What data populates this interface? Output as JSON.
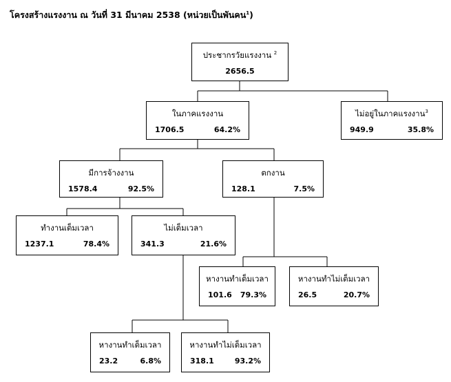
{
  "title": {
    "text": "โครงสร้างแรงงาน ณ วันที่ 31 มีนาคม 2538 (หน่วยเป็นพันคน",
    "sup": "1",
    "close": ")"
  },
  "nodes": {
    "population": {
      "label": "ประชากรวัยแรงงาน",
      "sup": "2",
      "value": "2656.5"
    },
    "in_labor": {
      "label": "ในภาคแรงงาน",
      "value": "1706.5",
      "percent": "64.2%"
    },
    "not_in_labor": {
      "label": "ไม่อยู่ในภาคแรงงาน",
      "sup": "3",
      "value": "949.9",
      "percent": "35.8%"
    },
    "employed": {
      "label": "มีการจ้างงาน",
      "value": "1578.4",
      "percent": "92.5%"
    },
    "unemployed": {
      "label": "ตกงาน",
      "value": "128.1",
      "percent": "7.5%"
    },
    "full_time": {
      "label": "ทำงานเต็มเวลา",
      "value": "1237.1",
      "percent": "78.4%"
    },
    "part_time": {
      "label": "ไม่เต็มเวลา",
      "value": "341.3",
      "percent": "21.6%"
    },
    "seek_full": {
      "label": "หางานทำเต็มเวลา",
      "value": "101.6",
      "percent": "79.3%"
    },
    "seek_part": {
      "label": "หางานทำไม่เต็มเวลา",
      "value": "26.5",
      "percent": "20.7%"
    },
    "pt_seek_full": {
      "label": "หางานทำเต็มเวลา",
      "value": "23.2",
      "percent": "6.8%"
    },
    "pt_seek_part": {
      "label": "หางานทำไม่เต็มเวลา",
      "value": "318.1",
      "percent": "93.2%"
    }
  }
}
